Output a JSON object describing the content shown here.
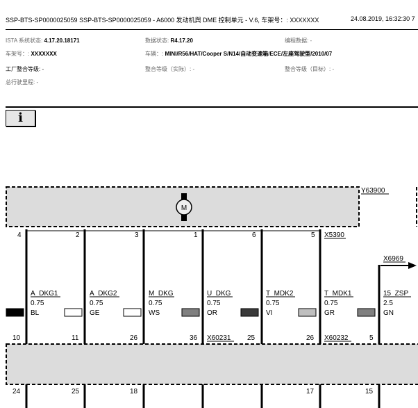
{
  "header": {
    "title": "SSP-BTS-SP0000025059 SSP-BTS-SP0000025059 - A6000 发动机舆 DME 控制单元 - V.6, 车架号：: XXXXXXX",
    "datetime": "24.08.2019, 16:32:30 7"
  },
  "info": {
    "ista_label": "ISTA 系统状态:",
    "ista_value": "4.17.20.18171",
    "data_label": "数据状态:",
    "data_value": "R4.17.20",
    "prog_label": "编程数据: -",
    "vin_label": "车架号：:",
    "vin_value": "XXXXXXX",
    "vehicle_label": "车辆：:",
    "vehicle_value": "MINI/R56/HAT/Cooper S/N14/自动变速箱/ECE/左座驾驶型/2010/07",
    "factory_label": "工厂整合等级: -",
    "actual_label": "整合等级（实际）: -",
    "target_label": "整合等级（目标）: -",
    "mileage_label": "总行驶里程: -"
  },
  "info_button": {
    "glyph": "i"
  },
  "diagram": {
    "components": {
      "top": "Y63900",
      "motor_symbol": "M",
      "connector_top": "X5390",
      "connector_right": "X6969",
      "connector_bottom_a": "X60231",
      "connector_bottom_b": "X60232"
    },
    "wires": [
      {
        "top_pin": "4",
        "signal": "A_DKG1",
        "gauge": "0.75",
        "color_code": "BL",
        "swatch": "#000000",
        "bottom_pin": "10"
      },
      {
        "top_pin": "2",
        "signal": "A_DKG2",
        "gauge": "0.75",
        "color_code": "GE",
        "swatch": "#ffffff",
        "bottom_pin": "11"
      },
      {
        "top_pin": "3",
        "signal": "M_DKG",
        "gauge": "0.75",
        "color_code": "WS",
        "swatch": "#ffffff",
        "bottom_pin": "26"
      },
      {
        "top_pin": "1",
        "signal": "U_DKG",
        "gauge": "0.75",
        "color_code": "OR",
        "swatch": "#808080",
        "bottom_pin": "36"
      },
      {
        "top_pin": "6",
        "signal": "T_MDK2",
        "gauge": "0.75",
        "color_code": "VI",
        "swatch": "#3a3a3a",
        "bottom_pin": "25"
      },
      {
        "top_pin": "5",
        "signal": "T_MDK1",
        "gauge": "0.75",
        "color_code": "GR",
        "swatch": "#bfbfbf",
        "bottom_pin": "26"
      },
      {
        "top_pin": "",
        "signal": "15_ZSP",
        "gauge": "2.5",
        "color_code": "GN",
        "swatch": "#808080",
        "bottom_pin": "5"
      }
    ],
    "bottom_pins_lower": [
      "24",
      "25",
      "18",
      "17",
      "15"
    ]
  }
}
